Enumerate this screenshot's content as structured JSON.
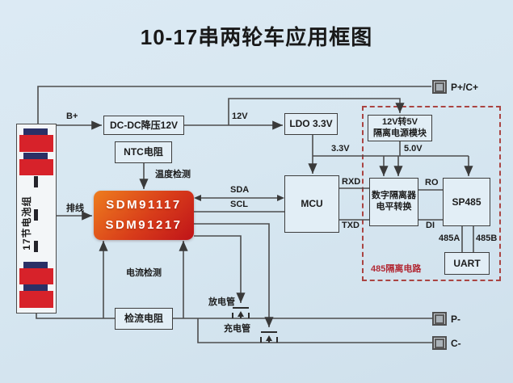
{
  "title": "10-17串两轮车应用框图",
  "battery": {
    "label": "17节电池组"
  },
  "blocks": {
    "dcdc": "DC-DC降压12V",
    "ntc": "NTC电阻",
    "ldo": "LDO 3.3V",
    "mcu": "MCU",
    "iso_power_line1": "12V转5V",
    "iso_power_line2": "隔离电源模块",
    "digital_iso_line1": "数字隔离器",
    "digital_iso_line2": "电平转换",
    "sp485": "SP485",
    "uart": "UART",
    "sense_resistor": "检流电阻",
    "chip_line1": "SDM91117",
    "chip_line2": "SDM91217"
  },
  "wire_labels": {
    "b_plus": "B+",
    "v12": "12V",
    "v33": "3.3V",
    "v50": "5.0V",
    "sda": "SDA",
    "scl": "SCL",
    "rxd": "RXD",
    "txd": "TXD",
    "ro": "RO",
    "di": "DI",
    "a485": "485A",
    "b485": "485B",
    "ribbon": "排线",
    "temp_detect": "温度检测",
    "current_detect": "电流检测",
    "discharge_fet": "放电管",
    "charge_fet": "充电管"
  },
  "sections": {
    "iso_area": "485隔离电路"
  },
  "terminals": {
    "p_plus_c_plus": "P+/C+",
    "p_minus": "P-",
    "c_minus": "C-"
  },
  "colors": {
    "background": "#d8e8f2",
    "wire": "#4d4d4d",
    "chip_gradient_start": "#ee7d1e",
    "chip_gradient_end": "#bf1319",
    "battery_cell_red": "#d7222a",
    "battery_cap_navy": "#2a3066",
    "iso_dashed_border": "#aa4442",
    "iso_label_red": "#b22a35",
    "terminal_fill": "#c4cacf"
  }
}
